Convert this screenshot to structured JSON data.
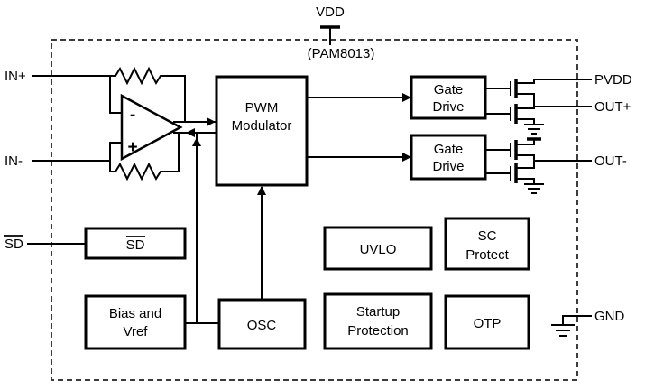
{
  "chip": {
    "title": "(PAM8013)"
  },
  "pins": {
    "vdd": "VDD",
    "gnd": "GND",
    "in_plus": "IN+",
    "in_minus": "IN-",
    "sd": "SD",
    "pvdd": "PVDD",
    "out_plus": "OUT+",
    "out_minus": "OUT-"
  },
  "opamp": {
    "minus": "-",
    "plus": "+"
  },
  "blocks": {
    "pwm": {
      "line1": "PWM",
      "line2": "Modulator"
    },
    "gate_drive_top": {
      "line1": "Gate",
      "line2": "Drive"
    },
    "gate_drive_bottom": {
      "line1": "Gate",
      "line2": "Drive"
    },
    "sd": {
      "label": "SD"
    },
    "bias": {
      "line1": "Bias and",
      "line2": "Vref"
    },
    "osc": {
      "label": "OSC"
    },
    "uvlo": {
      "label": "UVLO"
    },
    "startup": {
      "line1": "Startup",
      "line2": "Protection"
    },
    "sc": {
      "line1": "SC",
      "line2": "Protect"
    },
    "otp": {
      "label": "OTP"
    }
  },
  "colors": {
    "line": "#000000",
    "background": "#ffffff"
  }
}
